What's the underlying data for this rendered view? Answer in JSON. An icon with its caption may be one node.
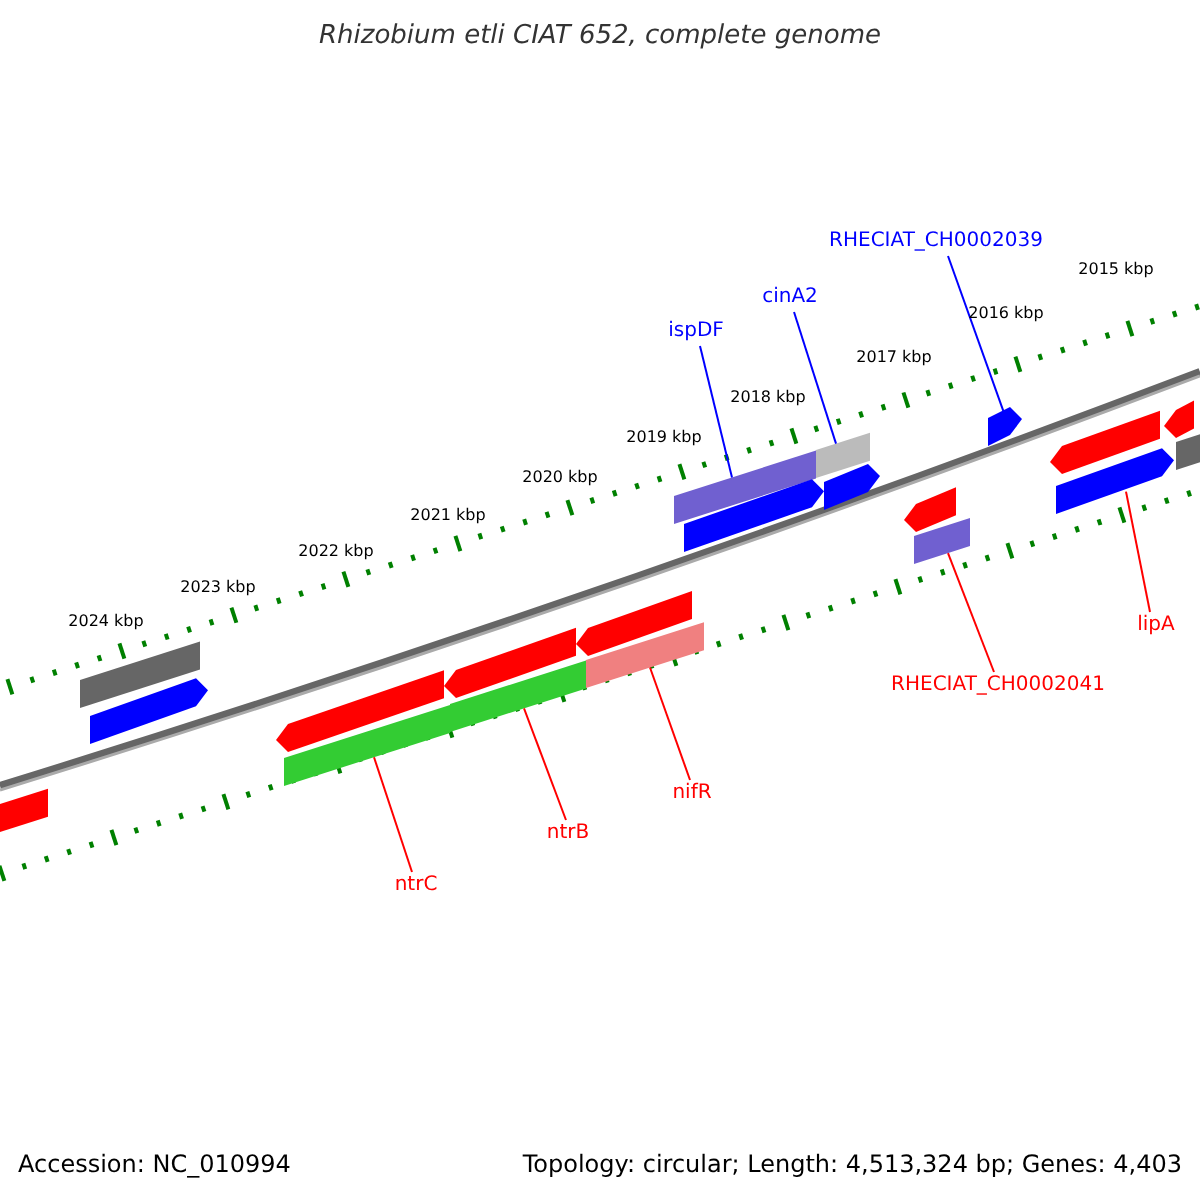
{
  "diagram": {
    "title": "Rhizobium etli CIAT 652, complete genome",
    "nodes": [
      {
        "text": [
          "RHECIAT_CH0002039"
        ]
      },
      {
        "text": [
          "cinA2"
        ]
      },
      {
        "text": [
          "ispDF"
        ]
      },
      {
        "text": [
          "RHECIAT_CH0002041"
        ]
      },
      {
        "text": [
          "lipA"
        ]
      },
      {
        "text": [
          "nifR"
        ]
      },
      {
        "text": [
          "ntrB"
        ]
      },
      {
        "text": [
          "ntrC"
        ]
      },
      {
        "text": [],
        "shape": "bar"
      },
      {
        "text": [],
        "shape": "bar"
      },
      {
        "text": [],
        "shape": "arrow"
      },
      {
        "text": [],
        "shape": "arrow"
      },
      {
        "text": [],
        "shape": "bar"
      },
      {
        "text": [],
        "shape": "arrow"
      },
      {
        "text": [],
        "shape": "bar"
      },
      {
        "text": [],
        "shape": "arrow"
      },
      {
        "text": [],
        "shape": "bar"
      },
      {
        "text": [],
        "shape": "bar"
      },
      {
        "text": [],
        "shape": "arrow"
      },
      {
        "text": [],
        "shape": "bar"
      },
      {
        "text": [],
        "shape": "arrow"
      },
      {
        "text": [],
        "shape": "arrow"
      },
      {
        "text": [],
        "shape": "bar"
      },
      {
        "text": [],
        "shape": "arrow"
      },
      {
        "text": [],
        "shape": "arrow"
      },
      {
        "text": [],
        "shape": "arrow"
      },
      {
        "text": [],
        "shape": "arrow"
      },
      {
        "text": [],
        "shape": "bar"
      }
    ],
    "edges": [
      {
        "from": 0,
        "to": 23,
        "arrow": "none",
        "color": "#0000ff"
      },
      {
        "from": 1,
        "to": 19,
        "arrow": "none",
        "color": "#0000ff"
      },
      {
        "from": 2,
        "to": 17,
        "arrow": "none",
        "color": "#0000ff"
      },
      {
        "from": 3,
        "to": 22,
        "arrow": "none",
        "color": "#ff0000"
      },
      {
        "from": 4,
        "to": 25,
        "arrow": "none",
        "color": "#ff0000"
      },
      {
        "from": 5,
        "to": 16,
        "arrow": "none",
        "color": "#ff0000"
      },
      {
        "from": 6,
        "to": 14,
        "arrow": "none",
        "color": "#ff0000"
      },
      {
        "from": 7,
        "to": 12,
        "arrow": "none",
        "color": "#ff0000"
      }
    ],
    "labels": [
      "2015 kbp",
      "2016 kbp",
      "2017 kbp",
      "2018 kbp",
      "2019 kbp",
      "2020 kbp",
      "2021 kbp",
      "2022 kbp",
      "2023 kbp",
      "2024 kbp",
      "Accession: NC_010994",
      "Topology: circular; Length: 4,513,324 bp; Genes: 4,403"
    ]
  }
}
